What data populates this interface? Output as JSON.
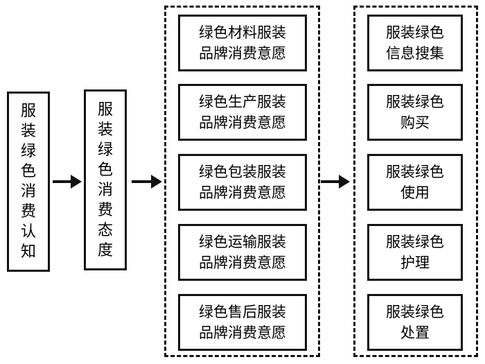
{
  "diagram": {
    "stage1": {
      "label": "服装绿色消费认知"
    },
    "stage2": {
      "label": "服装绿色消费态度"
    },
    "group_intention": {
      "items": [
        {
          "line1": "绿色材料服装",
          "line2": "品牌消费意愿"
        },
        {
          "line1": "绿色生产服装",
          "line2": "品牌消费意愿"
        },
        {
          "line1": "绿色包装服装",
          "line2": "品牌消费意愿"
        },
        {
          "line1": "绿色运输服装",
          "line2": "品牌消费意愿"
        },
        {
          "line1": "绿色售后服装",
          "line2": "品牌消费意愿"
        }
      ]
    },
    "group_behavior": {
      "items": [
        {
          "line1": "服装绿色",
          "line2": "信息搜集"
        },
        {
          "line1": "服装绿色",
          "line2": "购买"
        },
        {
          "line1": "服装绿色",
          "line2": "使用"
        },
        {
          "line1": "服装绿色",
          "line2": "护理"
        },
        {
          "line1": "服装绿色",
          "line2": "处置"
        }
      ]
    },
    "edges": [
      {
        "from": "stage1",
        "to": "stage2"
      },
      {
        "from": "stage2",
        "to": "group_intention"
      },
      {
        "from": "group_intention",
        "to": "group_behavior"
      }
    ]
  }
}
